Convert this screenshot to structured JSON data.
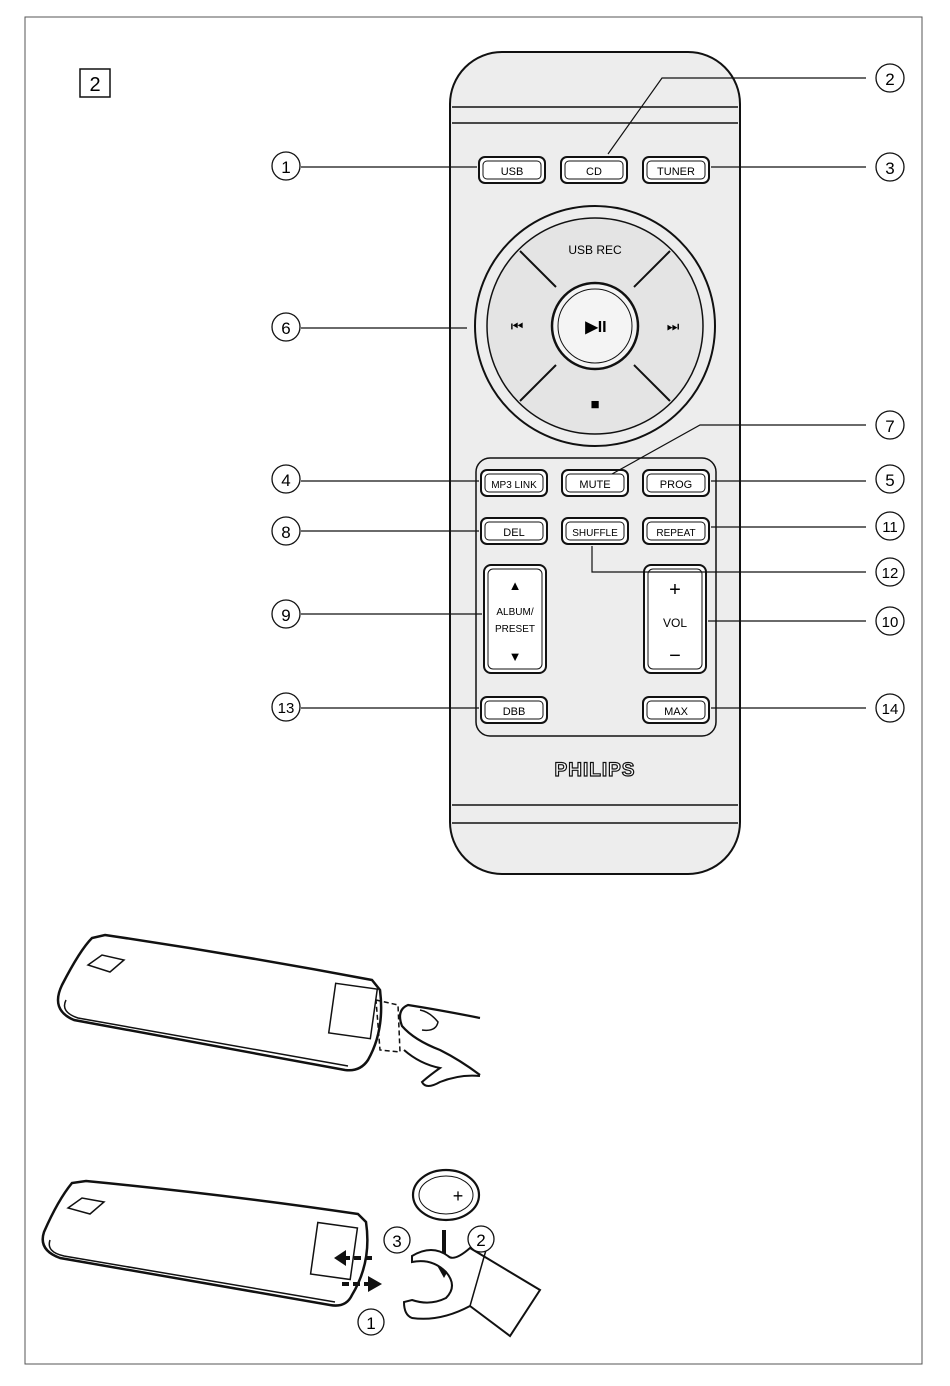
{
  "figure_number": "2",
  "brand": "PHILIPS",
  "callouts": [
    "1",
    "2",
    "3",
    "4",
    "5",
    "6",
    "7",
    "8",
    "9",
    "10",
    "11",
    "12",
    "13",
    "14"
  ],
  "buttons": {
    "usb": "USB",
    "cd": "CD",
    "tuner": "TUNER",
    "usb_rec": "USB REC",
    "prev": "⏮",
    "play_pause": "▶II",
    "next": "⏭",
    "stop": "■",
    "mp3_link": "MP3 LINK",
    "mute": "MUTE",
    "prog": "PROG",
    "del": "DEL",
    "shuffle": "SHUFFLE",
    "repeat": "REPEAT",
    "album_up": "▲",
    "album_line1": "ALBUM/",
    "album_line2": "PRESET",
    "album_down": "▼",
    "vol_plus": "+",
    "vol_label": "VOL",
    "vol_minus": "−",
    "dbb": "DBB",
    "max": "MAX"
  },
  "battery_steps": [
    "1",
    "2",
    "3"
  ],
  "battery_symbol": "+"
}
